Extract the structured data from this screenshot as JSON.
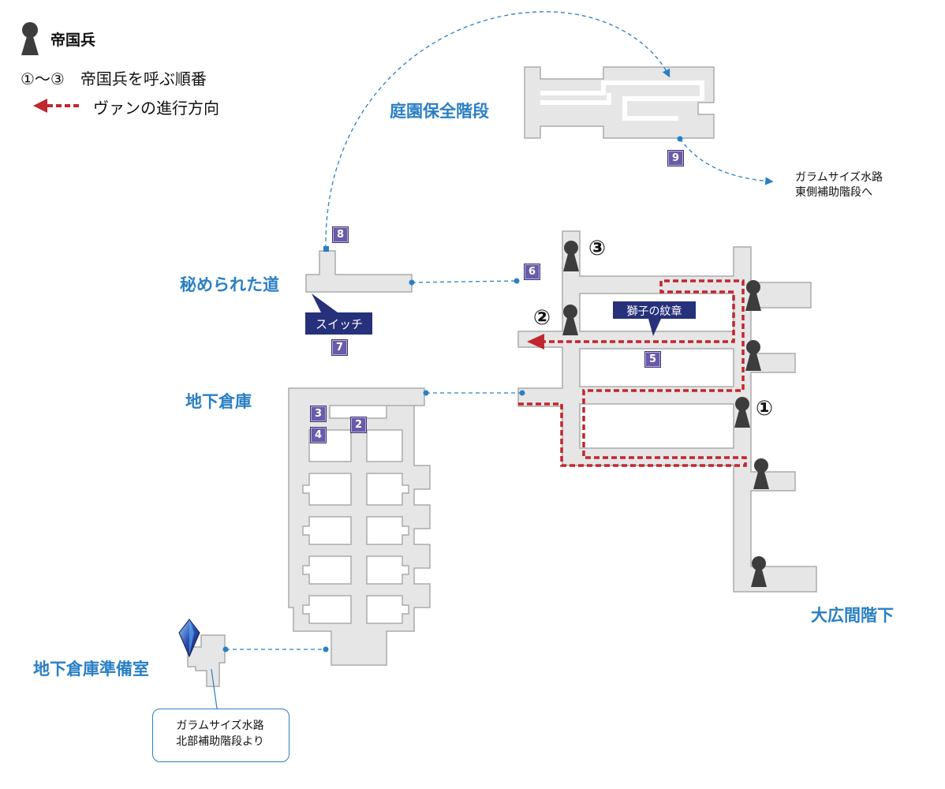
{
  "legend": {
    "soldier": "帝国兵",
    "order": "①〜③　帝国兵を呼ぶ順番",
    "route": "ヴァンの進行方向"
  },
  "areas": {
    "garden_stairs": "庭園保全階段",
    "secret_path": "秘められた道",
    "storehouse": "地下倉庫",
    "hall_below": "大広間階下",
    "storehouse_prep": "地下倉庫準備室"
  },
  "labels": {
    "switch": "スイッチ",
    "lion_crest": "獅子の紋章"
  },
  "notes": {
    "to_east_line1": "ガラムサイズ水路",
    "to_east_line2": "東側補助階段へ",
    "from_north_line1": "ガラムサイズ水路",
    "from_north_line2": "北部補助階段より"
  },
  "order_marks": [
    "①",
    "②",
    "③"
  ],
  "numbers": [
    "2",
    "3",
    "4",
    "5",
    "6",
    "7",
    "8",
    "9"
  ],
  "colors": {
    "area_label": "#2a7fc4",
    "route": "#c1272d",
    "link_line": "#2a7fc4",
    "badge": "#6a5aa8",
    "tag": "#27307a",
    "room": "#e6e6e6"
  }
}
